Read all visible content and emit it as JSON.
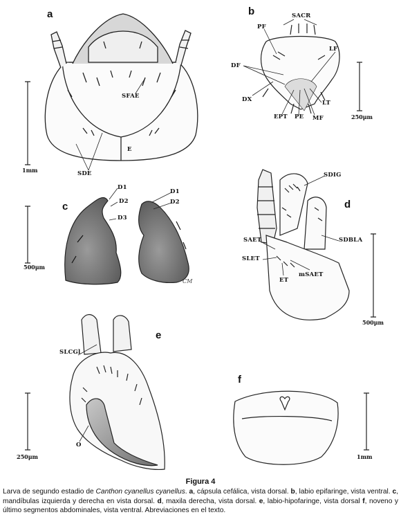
{
  "panels": {
    "a": {
      "letter": "a",
      "labels": {
        "sfae": "SFAE",
        "sde": "SDE",
        "e": "E"
      },
      "scale": "1mm"
    },
    "b": {
      "letter": "b",
      "labels": {
        "sacr": "SACR",
        "pf": "PF",
        "lf": "LF",
        "df": "DF",
        "dx": "DX",
        "ept": "EPT",
        "pe": "PE",
        "mf": "MF",
        "lt": "LT"
      },
      "scale": "250μm"
    },
    "c": {
      "letter": "c",
      "labels": {
        "d1_left": "D1",
        "d2_left": "D2",
        "d3_left": "D3",
        "d1_right": "D1",
        "d2_right": "D2"
      },
      "scale": "500μm",
      "signature": "CM"
    },
    "d": {
      "letter": "d",
      "labels": {
        "sdig": "SDIG",
        "saet": "SAET",
        "sdbla": "SDBLA",
        "slet": "SLET",
        "et": "ET",
        "msaet": "mSAET"
      },
      "scale": "500μm"
    },
    "e": {
      "letter": "e",
      "labels": {
        "slcgl": "SLCGl",
        "o": "O"
      },
      "scale": "250μm"
    },
    "f": {
      "letter": "f",
      "scale": "1mm"
    }
  },
  "caption": {
    "title": "Figura 4",
    "intro": "Larva de segundo estadio de ",
    "species": "Canthon cyanellus cyanellus",
    "a_text": ", cápsula cefálica, vista dorsal. ",
    "b_text": ", labio epifaringe, vista ventral. ",
    "c_text": ", mandíbulas izquierda y derecha en vista dorsal. ",
    "d_text": ", maxila derecha, vista dorsal. ",
    "e_text": ", labio-hipofaringe, vista dorsal ",
    "f_text": ", noveno y último segmentos abdominales, vista ventral. Abreviaciones en el texto.",
    "a": "a",
    "b": "b",
    "c": "c",
    "d": "d",
    "e": "e",
    "f": "f"
  }
}
